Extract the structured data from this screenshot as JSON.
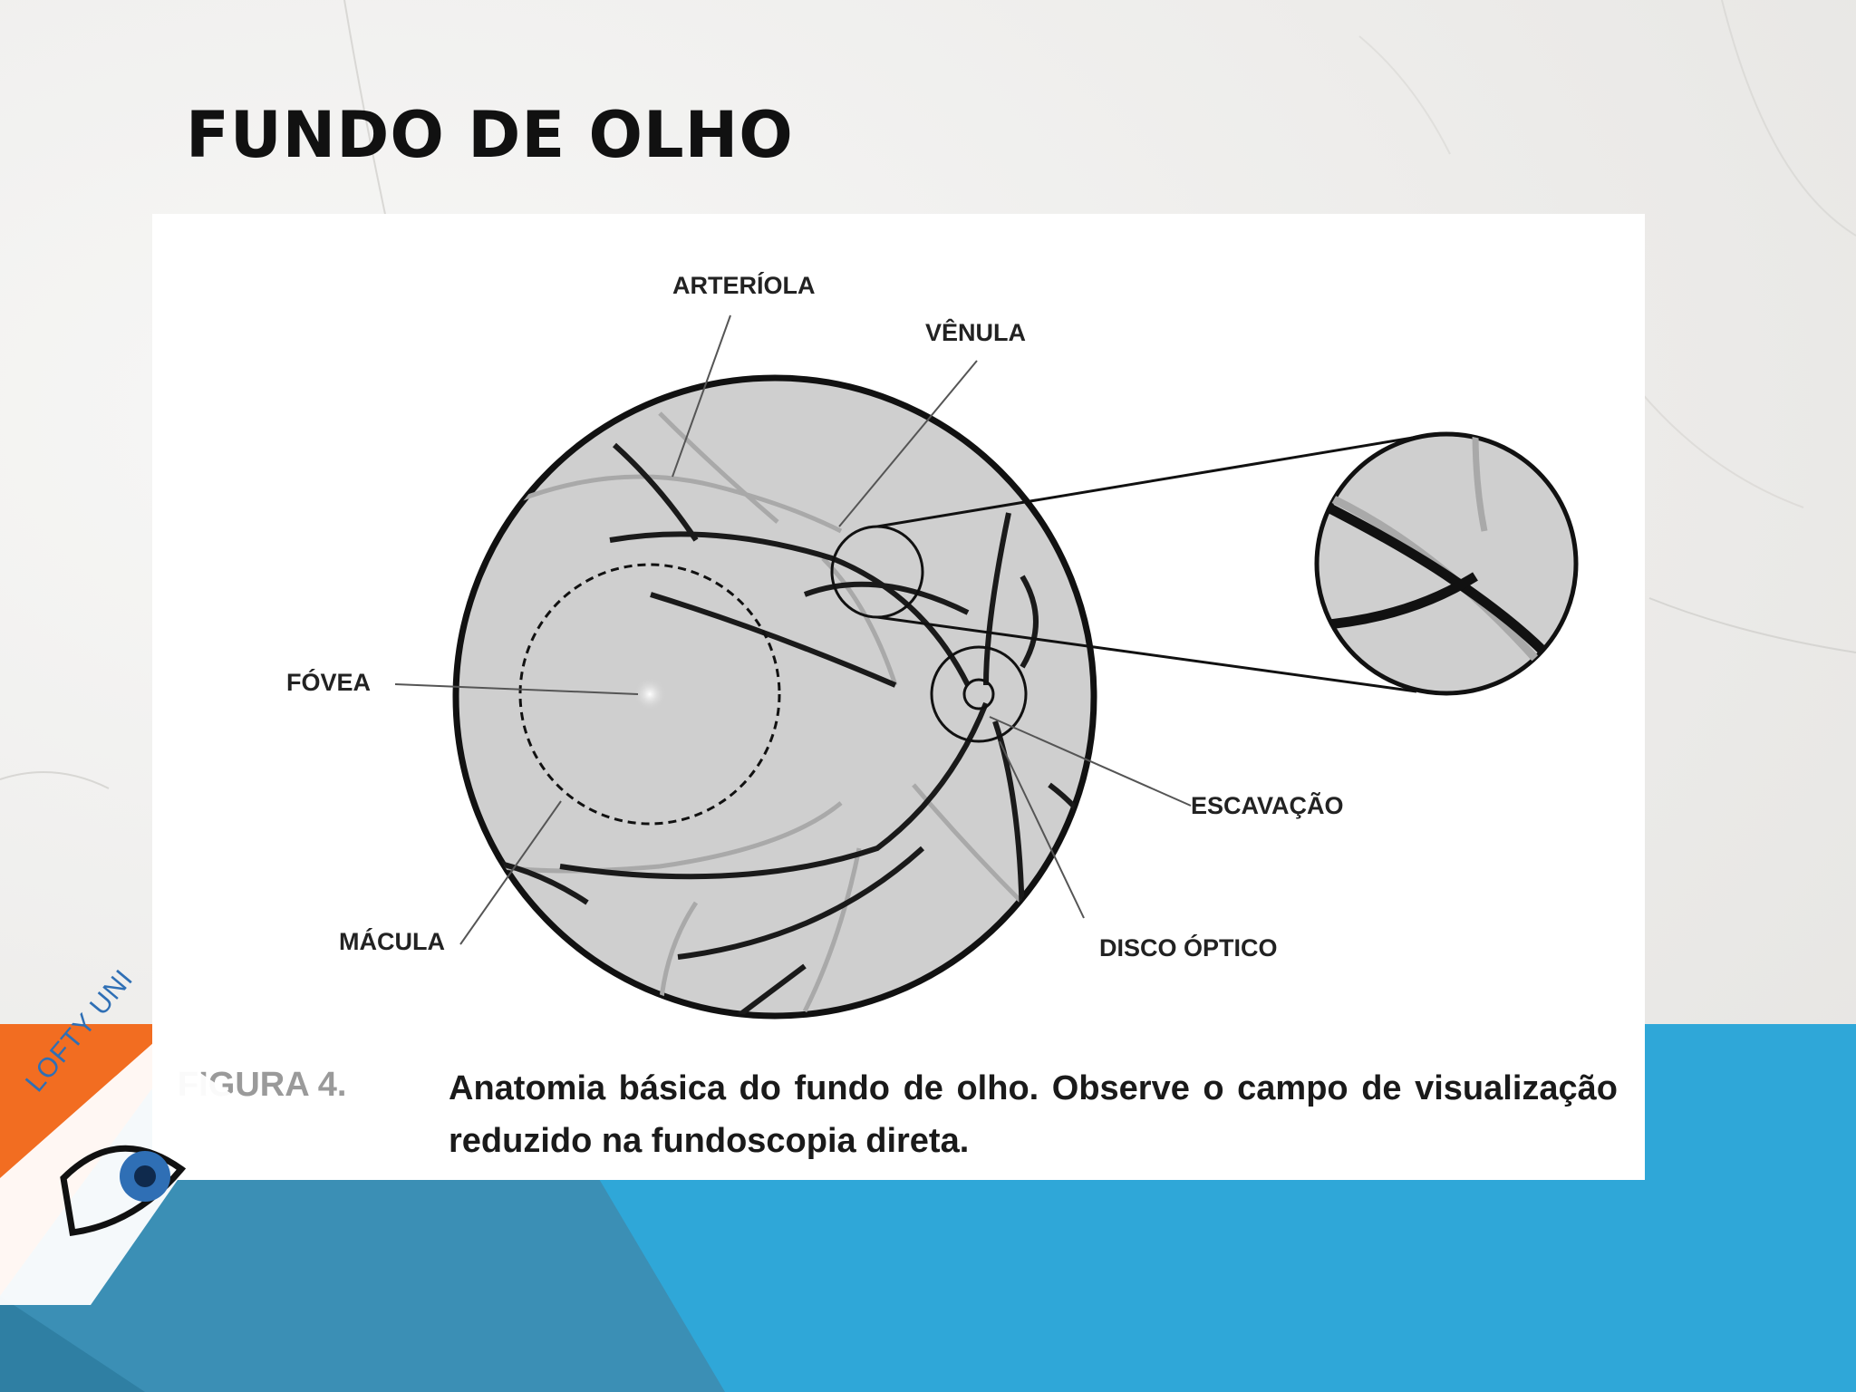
{
  "slide": {
    "title": "FUNDO DE OLHO"
  },
  "figure": {
    "labels": {
      "arteriola": "ARTERÍOLA",
      "venula": "VÊNULA",
      "fovea": "FÓVEA",
      "escavacao": "ESCAVAÇÃO",
      "macula": "MÁCULA",
      "disco_optico": "DISCO ÓPTICO"
    },
    "caption": {
      "number": "FIGURA 4.",
      "text": "Anatomia básica do fundo de olho. Observe o campo de visualização reduzido na fundoscopia direta."
    }
  },
  "logo": {
    "text": "LOFTY UNI"
  },
  "colors": {
    "accent_blue": "#2fa7d8",
    "accent_orange": "#f26d21",
    "fundus_gray": "#cfcfcf"
  }
}
